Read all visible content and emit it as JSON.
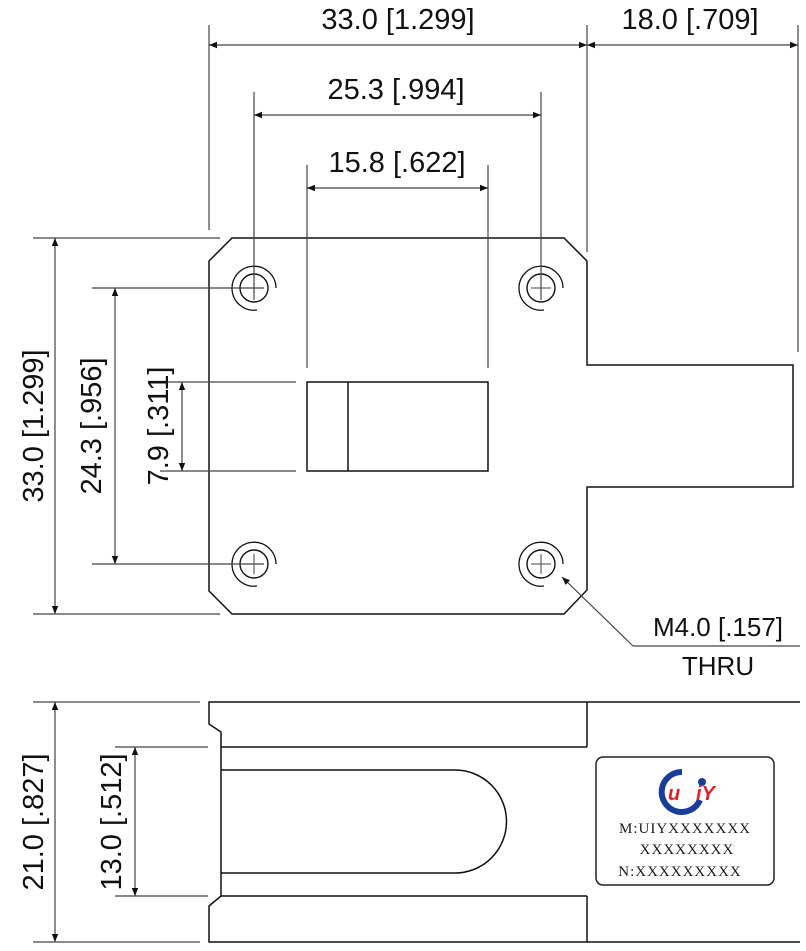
{
  "dimensions": {
    "top_width": "33.0 [1.299]",
    "side_width": "18.0 [.709]",
    "hole_spacing_x": "25.3 [.994]",
    "slot_width": "15.8 [.622]",
    "height": "33.0 [1.299]",
    "hole_spacing_y": "24.3 [.956]",
    "slot_height": "7.9 [.311]",
    "side_height": "21.0 [.827]",
    "side_slot_height": "13.0 [.512]"
  },
  "callout": {
    "line1": "M4.0 [.157]",
    "line2": "THRU"
  },
  "label": {
    "logo": "UIY",
    "line1": "M:UIYXXXXXXX",
    "line2": "XXXXXXXX",
    "line3": "N:XXXXXXXXX"
  },
  "colors": {
    "logo_blue": "#1a3d9c",
    "logo_red": "#e0202a"
  }
}
